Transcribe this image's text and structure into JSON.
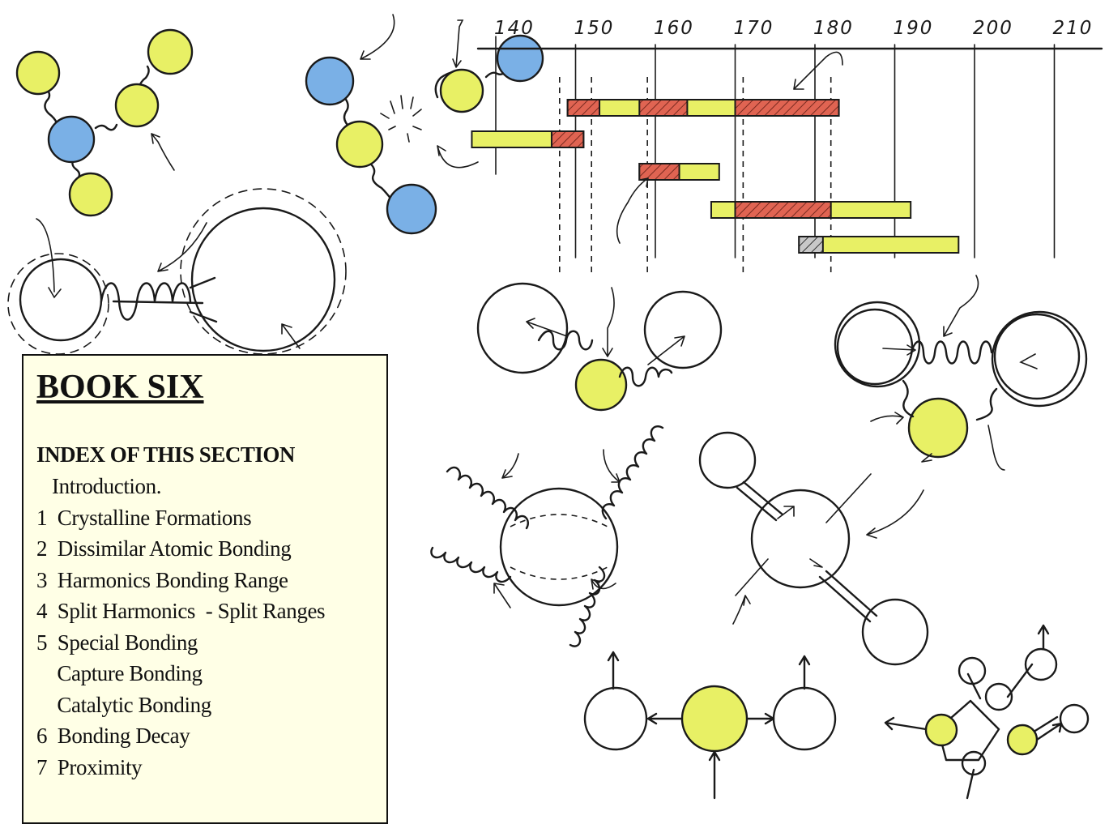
{
  "chart_data": {
    "type": "bar",
    "x_ticks": [
      140,
      150,
      160,
      170,
      180,
      190,
      200,
      210
    ],
    "series": [
      {
        "values": [
          [
            149,
            183
          ],
          [
            137,
            151
          ],
          [
            158,
            168
          ],
          [
            167,
            192
          ],
          [
            178,
            198
          ]
        ],
        "colors": [
          "#e8f065",
          "#e8f065",
          "#e8f065",
          "#e8f065",
          "#e8f065"
        ]
      },
      {
        "values": [
          [
            149,
            153
          ],
          [
            158,
            164
          ],
          [
            170,
            183
          ],
          [
            147,
            151
          ],
          [
            158,
            163
          ],
          [
            170,
            182
          ],
          [
            178,
            181
          ]
        ],
        "colors": [
          "#e06452",
          "#e06452",
          "#e06452",
          "#e06452",
          "#e06452",
          "#e06452",
          "#a8a8a8"
        ]
      }
    ],
    "grid": true
  },
  "colors": {
    "lime": "#e8f065",
    "blue": "#7ab0e6",
    "red_hatch": "#e06452",
    "panel_bg": "#ffffe6"
  },
  "index": {
    "title": "BOOK SIX",
    "heading": "INDEX OF THIS SECTION",
    "items": [
      {
        "label": "   Introduction."
      },
      {
        "label": "1  Crystalline Formations"
      },
      {
        "label": "2  Dissimilar Atomic Bonding"
      },
      {
        "label": "3  Harmonics Bonding Range"
      },
      {
        "label": "4  Split Harmonics  - Split Ranges"
      },
      {
        "label": "5  Special Bonding"
      },
      {
        "label": "    Capture Bonding"
      },
      {
        "label": "    Catalytic Bonding"
      },
      {
        "label": "6  Bonding Decay"
      },
      {
        "label": "7  Proximity"
      }
    ]
  }
}
